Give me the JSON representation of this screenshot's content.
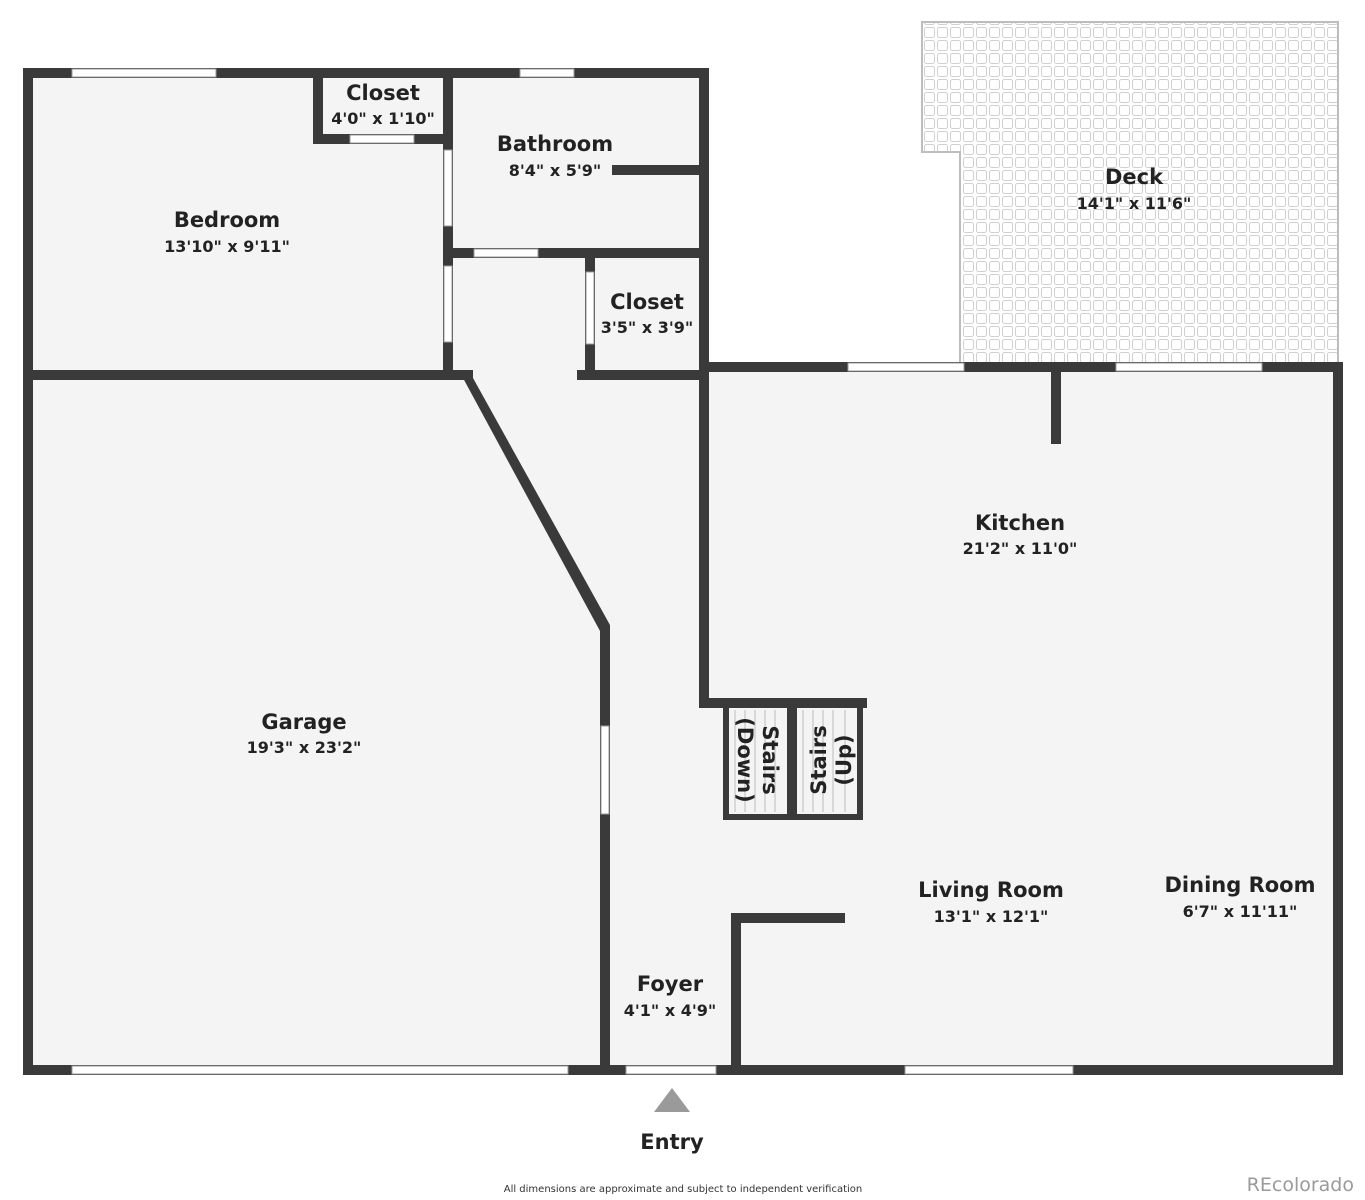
{
  "rooms": {
    "bedroom": {
      "name": "Bedroom",
      "dims": "13'10\" x 9'11\""
    },
    "closet_top": {
      "name": "Closet",
      "dims": "4'0\" x 1'10\""
    },
    "bathroom": {
      "name": "Bathroom",
      "dims": "8'4\" x 5'9\""
    },
    "closet_hall": {
      "name": "Closet",
      "dims": "3'5\" x 3'9\""
    },
    "deck": {
      "name": "Deck",
      "dims": "14'1\" x 11'6\""
    },
    "kitchen": {
      "name": "Kitchen",
      "dims": "21'2\" x 11'0\""
    },
    "garage": {
      "name": "Garage",
      "dims": "19'3\" x 23'2\""
    },
    "stairs_down": {
      "name": "Stairs",
      "sub": "(Down)"
    },
    "stairs_up": {
      "name": "Stairs",
      "sub": "(Up)"
    },
    "living_room": {
      "name": "Living Room",
      "dims": "13'1\" x 12'1\""
    },
    "dining_room": {
      "name": "Dining Room",
      "dims": "6'7\" x 11'11\""
    },
    "foyer": {
      "name": "Foyer",
      "dims": "4'1\" x 4'9\""
    }
  },
  "entry": {
    "label": "Entry",
    "marker_color": "#9a9a9a"
  },
  "footer": {
    "disclaimer": "All dimensions are approximate and subject to independent verification",
    "brand": "REcolorado"
  },
  "colors": {
    "wall": "#3a3a3a",
    "floor": "#f4f4f4",
    "deck_tile": "#cfcfcf"
  }
}
